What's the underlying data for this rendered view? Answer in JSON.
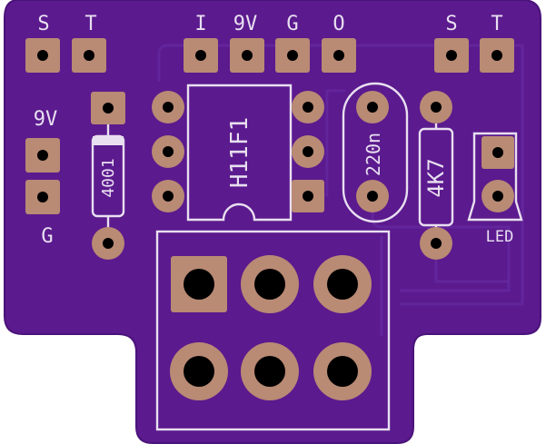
{
  "labels": {
    "s_left": "S",
    "t_left": "T",
    "i": "I",
    "nine_v_top": "9V",
    "g_top": "G",
    "o": "O",
    "s_right": "S",
    "t_right": "T",
    "nine_v_left": "9V",
    "g_left": "G",
    "diode": "4001",
    "ic": "H11F1",
    "cap": "220n",
    "res": "4K7",
    "led": "LED"
  },
  "colors": {
    "board": "#5b1a8e",
    "board_edge": "#4a137a",
    "silkscreen": "#e8dff0",
    "copper_pad": "#b98a74",
    "drill": "#000000"
  }
}
